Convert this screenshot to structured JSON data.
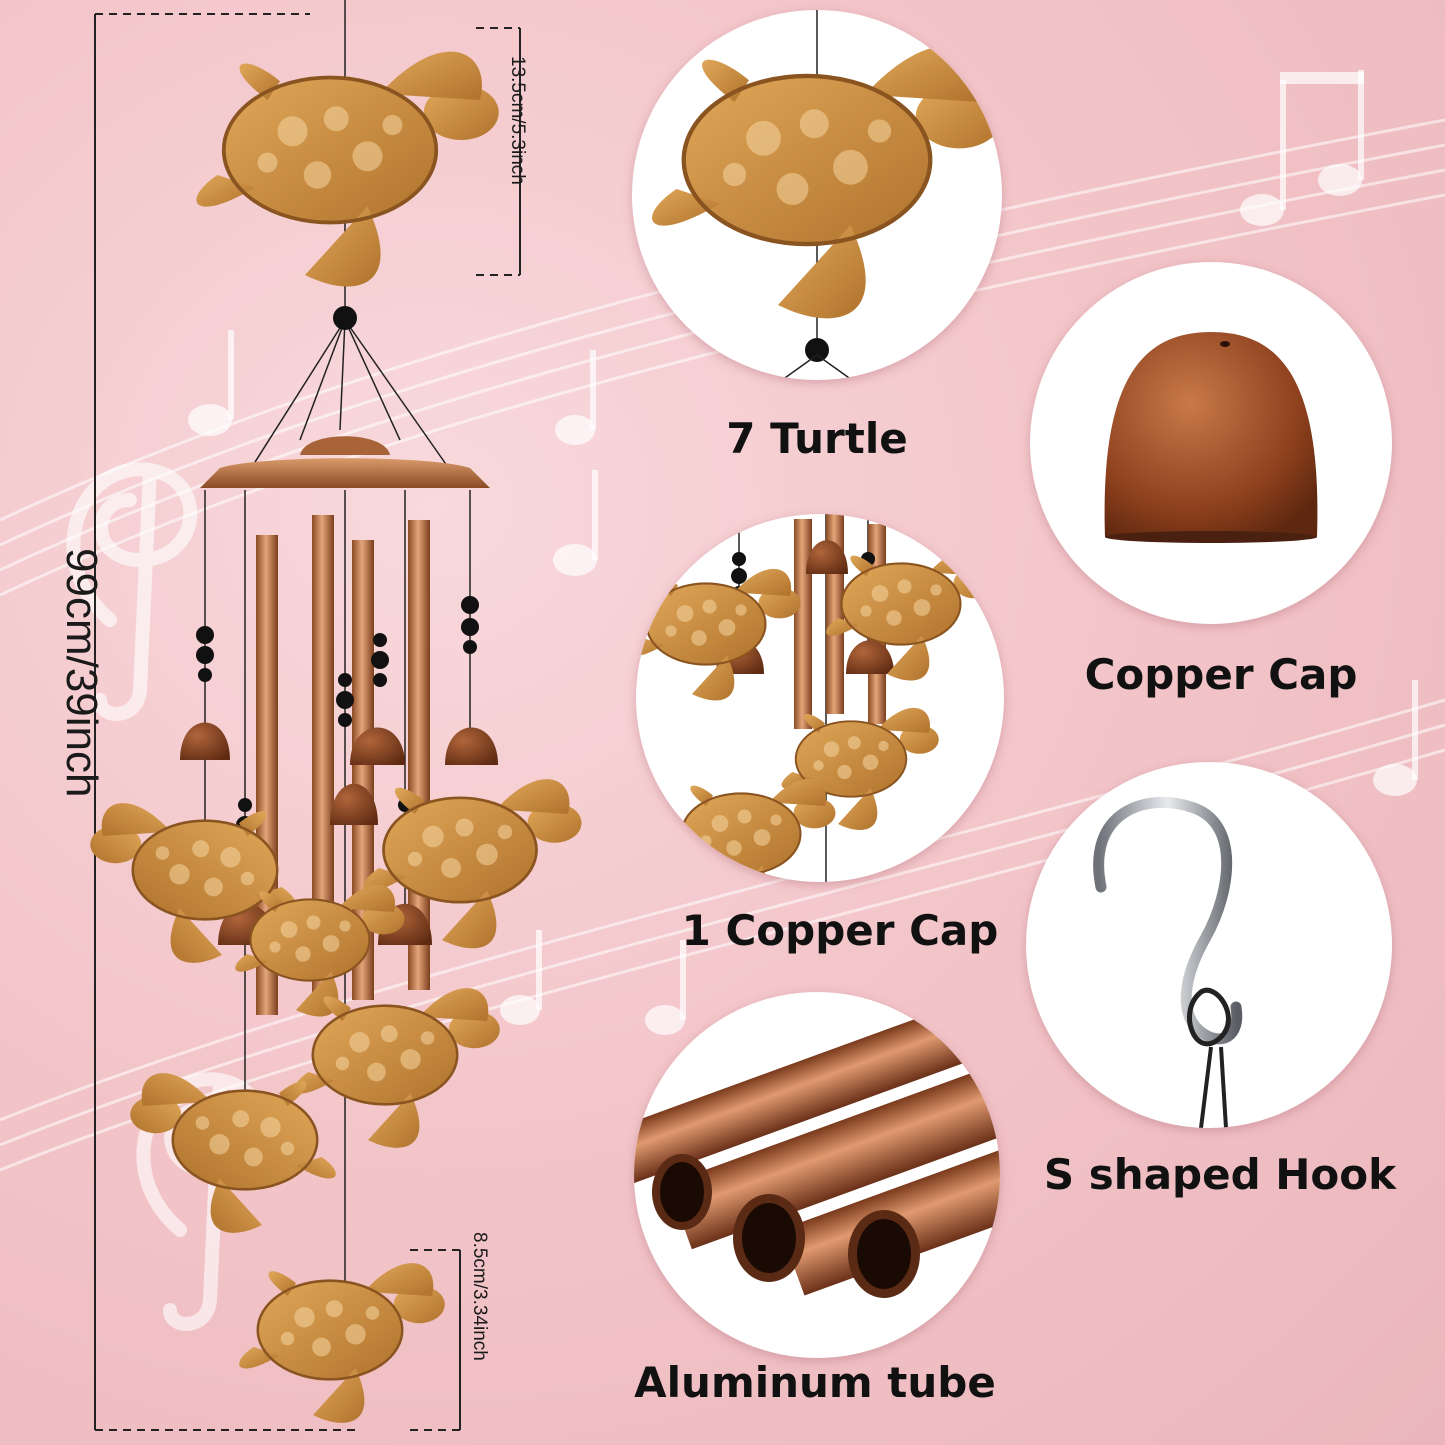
{
  "dimensions": {
    "total_length": "99cm/39inch",
    "top_turtle_size": "13.5cm/5.3inch",
    "bottom_turtle_size": "8.5cm/3.34inch"
  },
  "features": [
    {
      "label": "7 Turtle",
      "icon": "turtle-icon"
    },
    {
      "label": "Copper Cap",
      "icon": "copper-cap-icon"
    },
    {
      "label": "1 Copper Cap",
      "icon": "chime-detail-icon"
    },
    {
      "label": "S shaped Hook",
      "icon": "s-hook-icon"
    },
    {
      "label": "Aluminum tube",
      "icon": "aluminum-tube-icon"
    }
  ],
  "colors": {
    "background": "#f3c6ca",
    "copper": "#b8703a",
    "turtle_gold": "#c98a3c",
    "bell": "#7a3a1c",
    "bead": "#111111"
  }
}
